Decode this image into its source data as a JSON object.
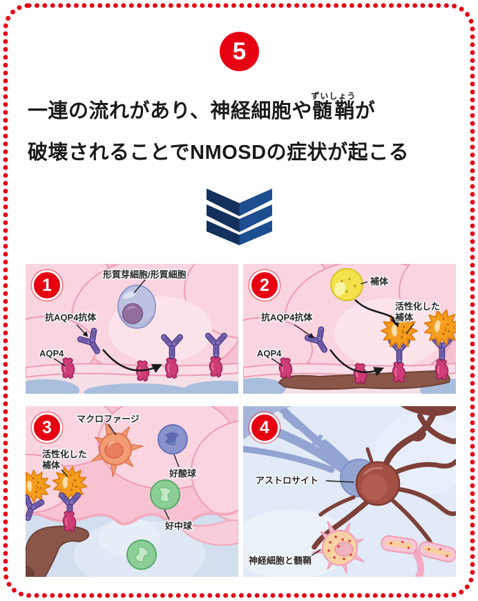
{
  "page": {
    "step_number": "5",
    "heading": {
      "line1_before": "一連の流れがあり、神経細胞や",
      "ruby_base": "髄鞘",
      "ruby_reading": "ずいしょう",
      "line1_after": "が",
      "line2": "破壊されることでNMOSDの症状が起こる"
    }
  },
  "colors": {
    "accent_red": "#e60012",
    "heading_text": "#1a1a1a",
    "chevron_dark": "#14305c",
    "chevron_light": "#1d4f90",
    "panel_pink_bg": "#f6c2d1",
    "panel_blue_bg": "#e1eaf6"
  },
  "panels": [
    {
      "number": "1",
      "labels": {
        "plasma_cell": "形質芽細胞/形質細胞",
        "antibody": "抗AQP4抗体",
        "aqp4": "AQP4"
      }
    },
    {
      "number": "2",
      "labels": {
        "complement": "補体",
        "activated_complement": "活性化した補体",
        "antibody": "抗AQP4抗体",
        "aqp4": "AQP4"
      }
    },
    {
      "number": "3",
      "labels": {
        "macrophage": "マクロファージ",
        "activated_complement": "活性化した補体",
        "eosinophil": "好酸球",
        "neutrophil": "好中球"
      }
    },
    {
      "number": "4",
      "labels": {
        "astrocyte": "アストロサイト",
        "neuron_myelin": "神経細胞と髄鞘"
      }
    }
  ]
}
